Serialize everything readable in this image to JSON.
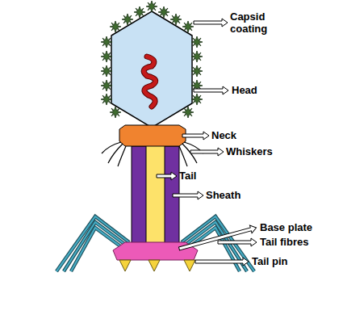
{
  "diagram": {
    "labels": [
      "Capsid coating",
      "Head",
      "Neck",
      "Whiskers",
      "Tail",
      "Sheath",
      "Base plate",
      "Tail fibres",
      "Tail pin"
    ]
  }
}
